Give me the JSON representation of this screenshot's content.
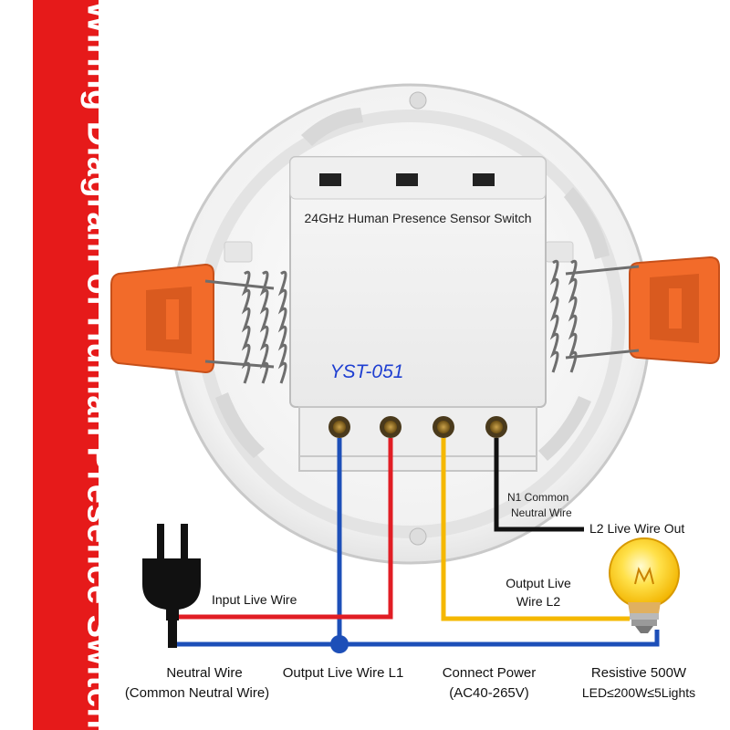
{
  "banner": {
    "title": "Wiring Diagram of Human Presence Switch",
    "color": "#e61a1a"
  },
  "device": {
    "title": "24GHz Human Presence Sensor Switch",
    "model": "YST-051"
  },
  "labels": {
    "n1": "N1 Common",
    "n1_line2": "Neutral Wire",
    "l2_out": "L2 Live Wire Out",
    "output_live": "Output Live",
    "output_live_line2": "Wire L2",
    "input_live": "Input Live Wire",
    "neutral": "Neutral Wire",
    "neutral_line2": "(Common Neutral Wire)",
    "output_l1": "Output Live Wire L1",
    "connect_power": "Connect Power",
    "connect_power_line2": "(AC40-265V)",
    "resistive": "Resistive 500W",
    "resistive_line2": "LED≤200W≤5Lights"
  },
  "colors": {
    "live": "#e11d24",
    "neutral": "#1d4fb8",
    "output": "#f5b800",
    "common": "#111111",
    "clip": "#f26b2a"
  }
}
